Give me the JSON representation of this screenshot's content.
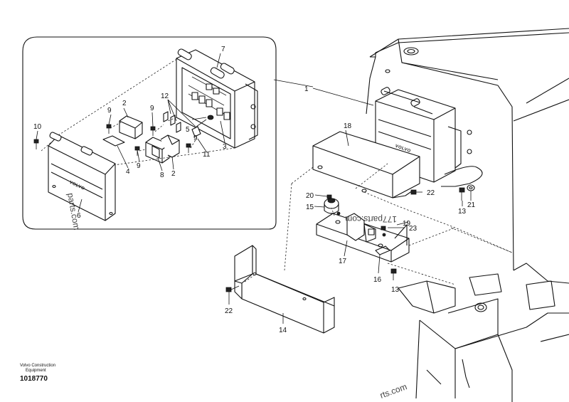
{
  "callouts": {
    "c1": "1",
    "c2a": "2",
    "c2b": "2",
    "c3": "3",
    "c4": "4",
    "c5": "5",
    "c6": "6",
    "c7": "7",
    "c8": "8",
    "c9a": "9",
    "c9b": "9",
    "c9c": "9",
    "c9d": "9",
    "c10": "10",
    "c11": "11",
    "c12": "12",
    "c13a": "13",
    "c13b": "13",
    "c14": "14",
    "c15": "15",
    "c16": "16",
    "c17": "17",
    "c18": "18",
    "c19": "19",
    "c20": "20",
    "c21": "21",
    "c22a": "22",
    "c22b": "22",
    "c23": "23"
  },
  "logo_text": "VOLVO",
  "watermarks": {
    "w1": "parts.com",
    "w2": "177parts.com",
    "w3": "rts.com"
  },
  "footer": {
    "company_line1": "Volvo Construction",
    "company_line2": "Equipment",
    "drawing_number": "1018770"
  }
}
